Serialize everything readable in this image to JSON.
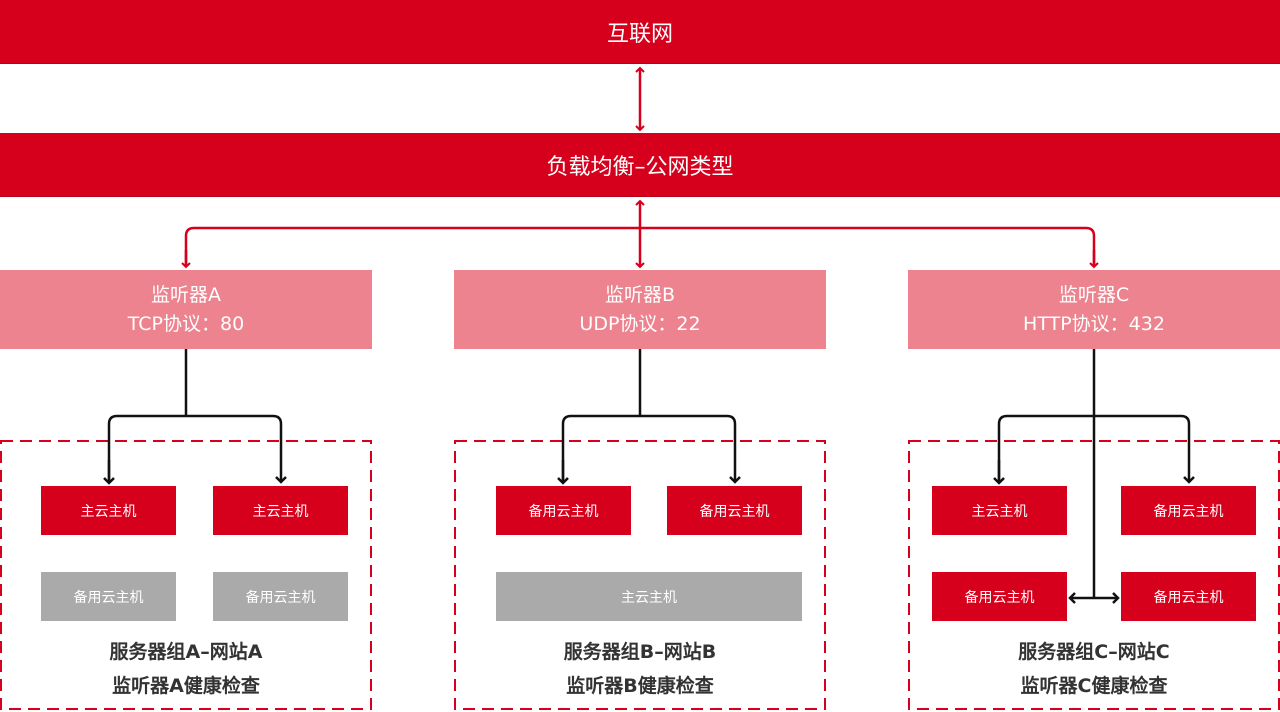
{
  "internet": {
    "label": "互联网"
  },
  "load_balancer": {
    "label": "负载均衡–公网类型"
  },
  "listeners": [
    {
      "name": "监听器A",
      "protocol": "TCP协议：80"
    },
    {
      "name": "监听器B",
      "protocol": "UDP协议：22"
    },
    {
      "name": "监听器C",
      "protocol": "HTTP协议：432"
    }
  ],
  "groups": [
    {
      "hosts": [
        "主云主机",
        "主云主机",
        "备用云主机",
        "备用云主机"
      ],
      "title": "服务器组A–网站A",
      "health": "监听器A健康检查"
    },
    {
      "hosts": [
        "备用云主机",
        "备用云主机",
        "主云主机"
      ],
      "title": "服务器组B–网站B",
      "health": "监听器B健康检查"
    },
    {
      "hosts": [
        "主云主机",
        "备用云主机",
        "备用云主机",
        "备用云主机"
      ],
      "title": "服务器组C–网站C",
      "health": "监听器C健康检查"
    }
  ],
  "colors": {
    "primary_red": "#d6001c",
    "listener_pink": "#ec838e",
    "backup_gray": "#aaaaaa",
    "line_black": "#111111"
  }
}
